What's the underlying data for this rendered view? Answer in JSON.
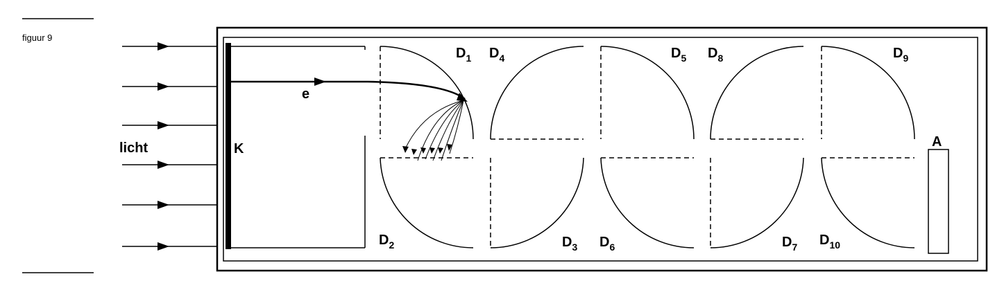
{
  "figure_label": "figuur 9",
  "light_label": "licht",
  "cathode_label": "K",
  "electron_label": "e",
  "anode_label": "A",
  "dynodes": [
    {
      "letter": "D",
      "sub": "1"
    },
    {
      "letter": "D",
      "sub": "2"
    },
    {
      "letter": "D",
      "sub": "3"
    },
    {
      "letter": "D",
      "sub": "4"
    },
    {
      "letter": "D",
      "sub": "5"
    },
    {
      "letter": "D",
      "sub": "6"
    },
    {
      "letter": "D",
      "sub": "7"
    },
    {
      "letter": "D",
      "sub": "8"
    },
    {
      "letter": "D",
      "sub": "9"
    },
    {
      "letter": "D",
      "sub": "10"
    }
  ]
}
